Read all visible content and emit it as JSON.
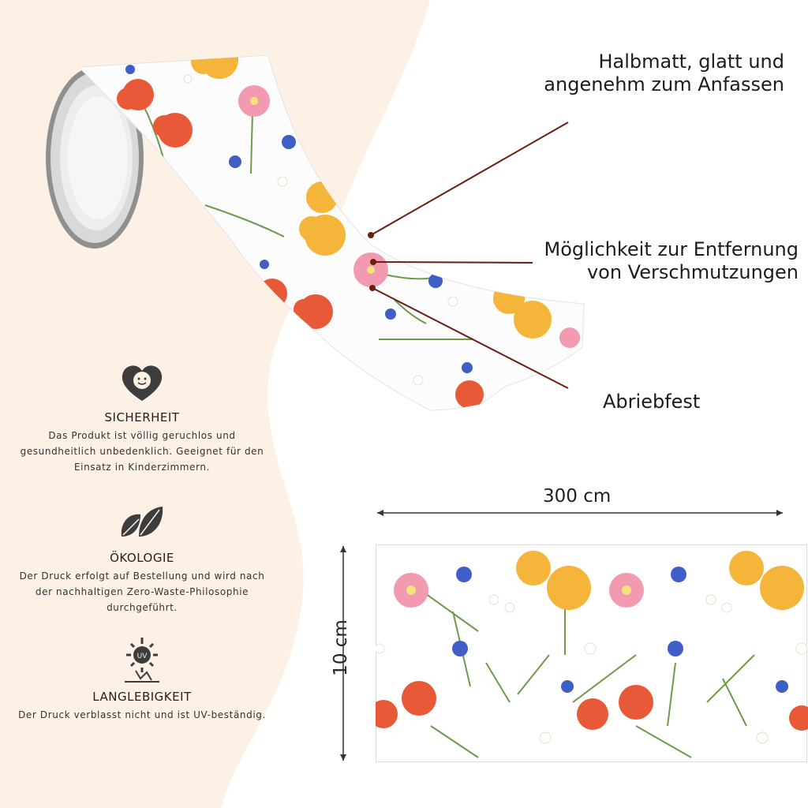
{
  "features": [
    {
      "icon": "baby-heart-icon",
      "title": "SICHERHEIT",
      "description": "Das Produkt ist völlig geruchlos und gesundheitlich unbedenklich. Geeignet für den Einsatz in Kinderzimmern."
    },
    {
      "icon": "leaf-icon",
      "title": "ÖKOLOGIE",
      "description": "Der Druck erfolgt auf Bestellung und wird nach der nachhaltigen Zero-Waste-Philosophie durchgeführt."
    },
    {
      "icon": "uv-sun-icon",
      "title": "LANGLEBIGKEIT",
      "description": "Der Druck verblasst nicht und ist UV-beständig."
    }
  ],
  "callouts": {
    "matte": "Halbmatt, glatt und angenehm zum Anfassen",
    "cleanable": "Möglichkeit zur Entfernung von Verschmutzungen",
    "abrasion": "Abriebfest"
  },
  "dimensions": {
    "width": "300 cm",
    "height": "10 cm"
  },
  "colors": {
    "background_curve": "#fdf1e6",
    "leader_line": "#6b1e12",
    "poppy_red": "#e85a37",
    "poppy_yellow": "#f5b43a",
    "cornflower": "#3f5ec7",
    "pink": "#f19ab0"
  }
}
